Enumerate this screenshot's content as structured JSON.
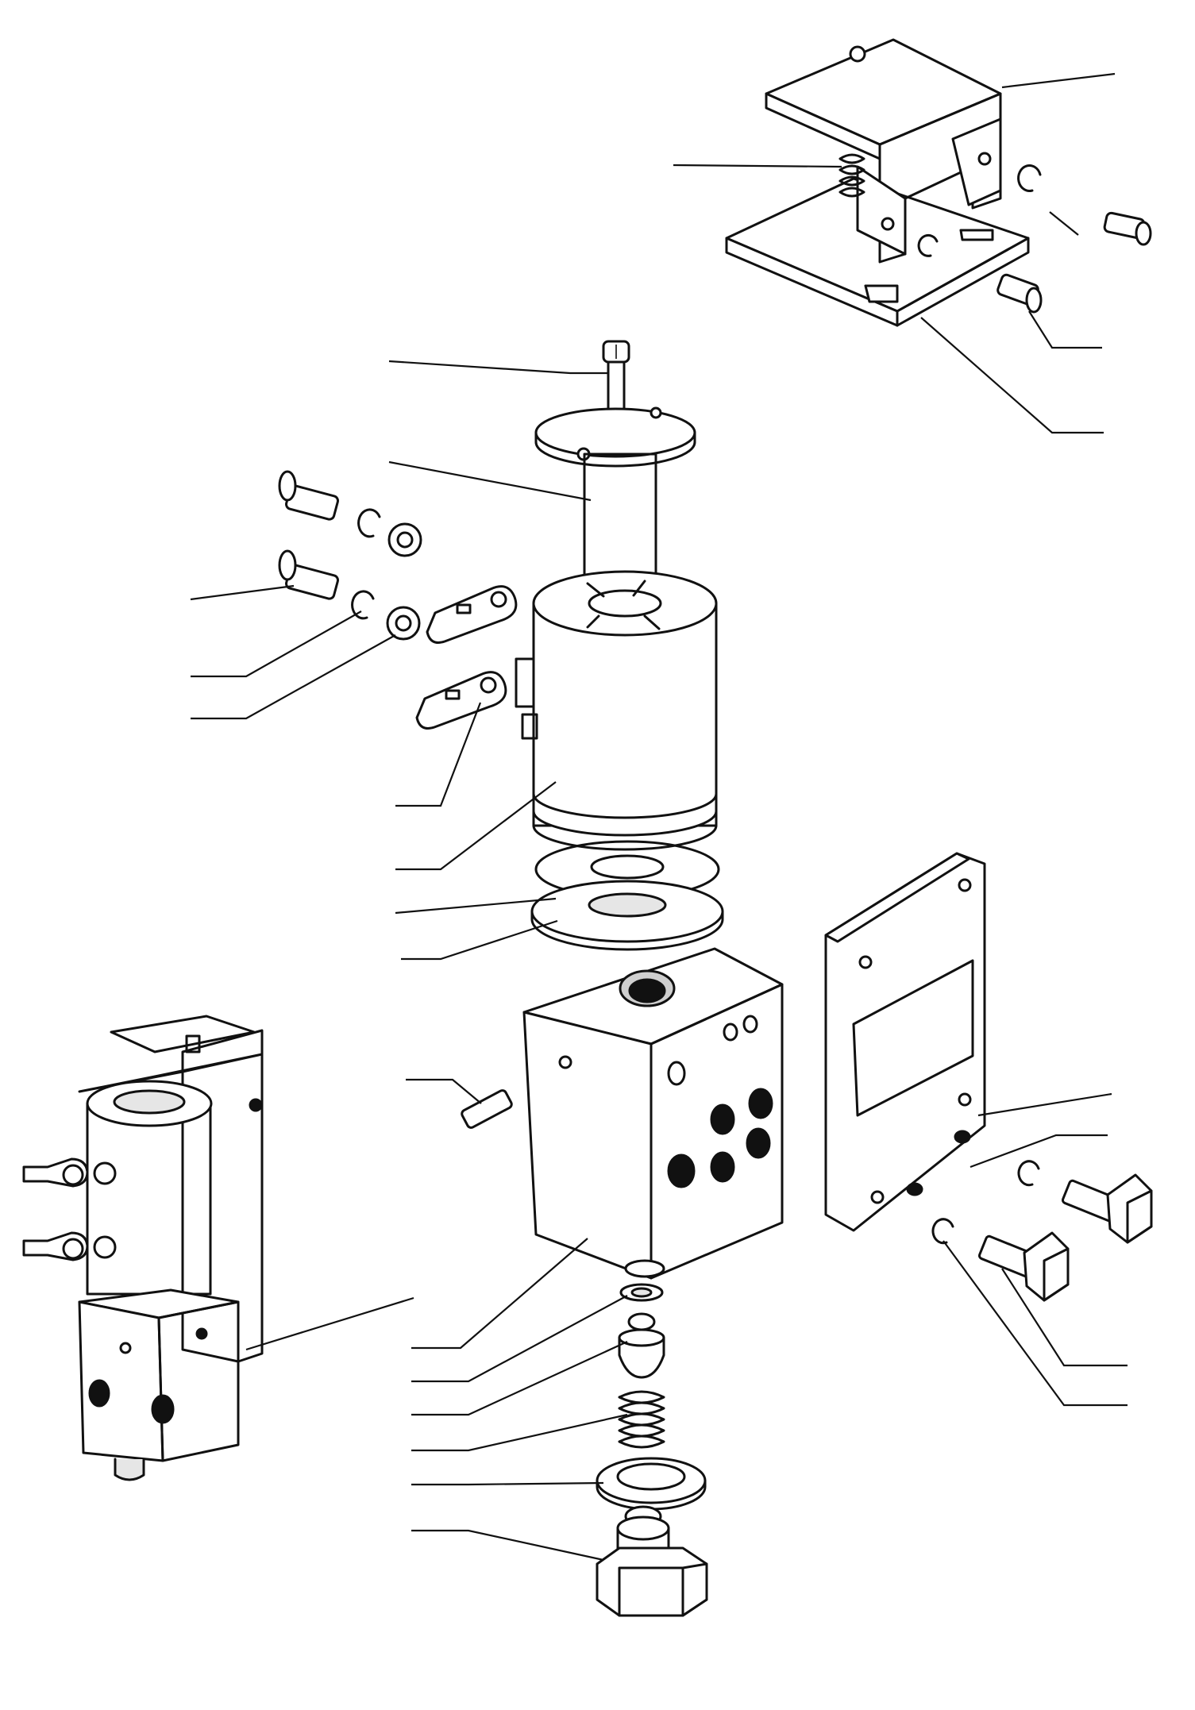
{
  "figure": {
    "type": "exploded-assembly-drawing",
    "style": "black-and-white line art",
    "parts": [
      "bracket",
      "bracket-spring",
      "mounting-plate",
      "lock-washer",
      "screw",
      "armature-stem",
      "coil-core-tube",
      "solenoid-coil",
      "terminal-screw",
      "spring-washer",
      "flat-washer",
      "terminal-lug",
      "asbestos-gasket",
      "seal-washer",
      "valve-body",
      "set-screw",
      "name-plate",
      "hex-bolt",
      "valve-seat",
      "valve-plug",
      "return-spring",
      "gasket-ring",
      "hex-cap-nut",
      "assembled-valve"
    ],
    "callout_labels": []
  }
}
